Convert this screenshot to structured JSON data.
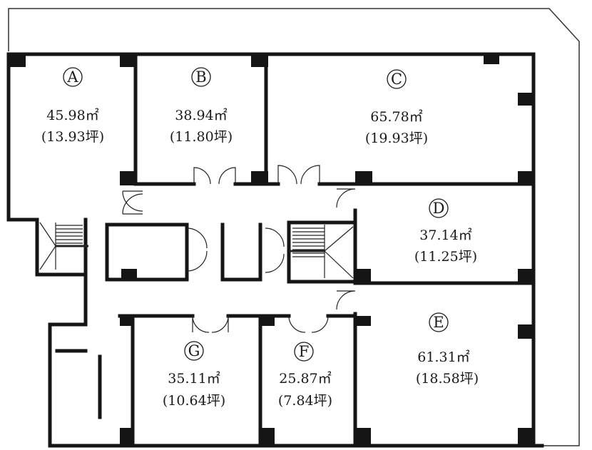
{
  "units": [
    {
      "id": "A",
      "label": "A",
      "area": "45.98㎡",
      "tsubo": "(13.93坪)"
    },
    {
      "id": "B",
      "label": "B",
      "area": "38.94㎡",
      "tsubo": "(11.80坪)"
    },
    {
      "id": "C",
      "label": "C",
      "area": "65.78㎡",
      "tsubo": "(19.93坪)"
    },
    {
      "id": "D",
      "label": "D",
      "area": "37.14㎡",
      "tsubo": "(11.25坪)"
    },
    {
      "id": "E",
      "label": "E",
      "area": "61.31㎡",
      "tsubo": "(18.58坪)"
    },
    {
      "id": "F",
      "label": "F",
      "area": "25.87㎡",
      "tsubo": "(7.84坪)"
    },
    {
      "id": "G",
      "label": "G",
      "area": "35.11㎡",
      "tsubo": "(10.64坪)"
    }
  ],
  "colors": {
    "wall": "#151515",
    "line": "#333333",
    "background": "#ffffff"
  }
}
